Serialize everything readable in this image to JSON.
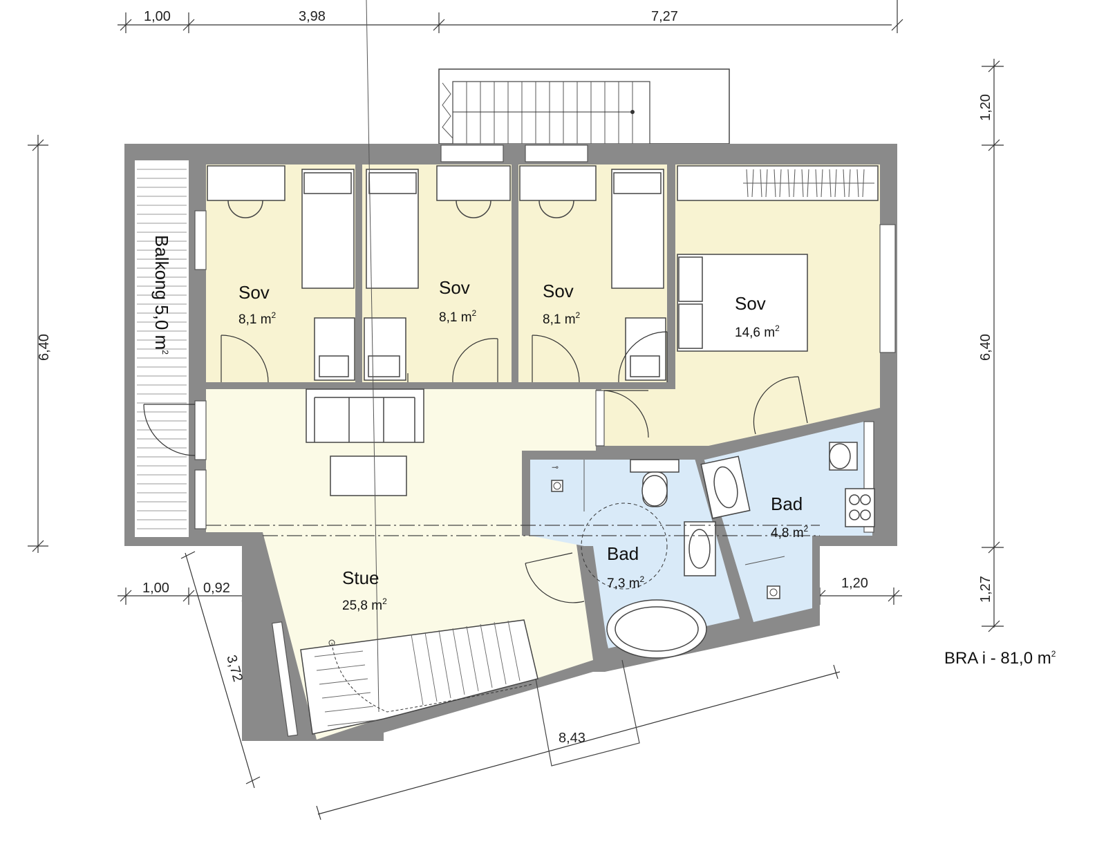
{
  "dimensions": {
    "top": [
      "1,00",
      "3,98",
      "7,27"
    ],
    "right": [
      "1,20",
      "6,40",
      "1,27"
    ],
    "left": "6,40",
    "bottom_left": [
      "1,00",
      "0,92"
    ],
    "bottom_right": "1,20",
    "diagonal_left": "3,72",
    "diagonal_bottom": "8,43"
  },
  "rooms": [
    {
      "name": "Sov",
      "area": "8,1 m",
      "sup": "2"
    },
    {
      "name": "Sov",
      "area": "8,1 m",
      "sup": "2"
    },
    {
      "name": "Sov",
      "area": "8,1 m",
      "sup": "2"
    },
    {
      "name": "Sov",
      "area": "14,6 m",
      "sup": "2"
    },
    {
      "name": "Bad",
      "area": "4,8 m",
      "sup": "2"
    },
    {
      "name": "Bad",
      "area": "7,3 m",
      "sup": "2"
    },
    {
      "name": "Stue",
      "area": "25,8 m",
      "sup": "2"
    }
  ],
  "balcony": {
    "text": "Balkong 5,0 m",
    "sup": "2"
  },
  "total_area": {
    "text": "BRA i - 81,0 m",
    "sup": "2"
  },
  "colors": {
    "wall": "#8a8a8a",
    "bedroom_fill": "#f8f3d2",
    "living_fill": "#fbfae6",
    "bath_fill": "#d9eaf8"
  }
}
